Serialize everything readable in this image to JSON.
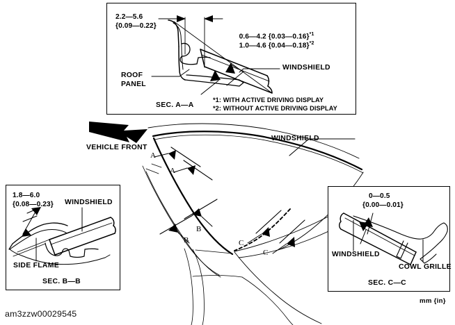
{
  "figure": {
    "id_code": "am3zzw00029545",
    "units_note": "mm {in}",
    "title_hidden": ""
  },
  "center_view": {
    "direction_label": "VEHICLE FRONT",
    "windshield_label": "WINDSHIELD",
    "section_marks": [
      {
        "name": "A",
        "id": "mark-a-upper"
      },
      {
        "name": "A",
        "id": "mark-a-lower"
      },
      {
        "name": "B",
        "id": "mark-b-upper"
      },
      {
        "name": "B",
        "id": "mark-b-lower"
      },
      {
        "name": "C",
        "id": "mark-c-upper"
      },
      {
        "name": "C",
        "id": "mark-c-lower"
      }
    ]
  },
  "section_a": {
    "caption": "SEC. A—A",
    "dim_roof": {
      "mm": "2.2—5.6",
      "in": "{0.09—0.22}"
    },
    "dim_glass_1": {
      "mm": "0.6—4.2",
      "in": "{0.03—0.16}",
      "note_ref": "*1"
    },
    "dim_glass_2": {
      "mm": "1.0—4.6",
      "in": "{0.04—0.18}",
      "note_ref": "*2"
    },
    "labels": {
      "roof_panel_line1": "ROOF",
      "roof_panel_line2": "PANEL",
      "windshield": "WINDSHIELD"
    },
    "footnotes": [
      "*1: WITH ACTIVE DRIVING DISPLAY",
      "*2: WITHOUT ACTIVE DRIVING DISPLAY"
    ]
  },
  "section_b": {
    "caption": "SEC. B—B",
    "dim": {
      "mm": "1.8—6.0",
      "in": "{0.08—0.23}"
    },
    "labels": {
      "windshield": "WINDSHIELD",
      "side_flame": "SIDE FLAME"
    }
  },
  "section_c": {
    "caption": "SEC. C—C",
    "dim": {
      "mm": "0—0.5",
      "in": "{0.00—0.01}"
    },
    "labels": {
      "windshield": "WINDSHIELD",
      "cowl_grille": "COWL GRILLE"
    }
  },
  "colors": {
    "line": "#000000",
    "background": "#ffffff",
    "leader": "#1a1a1a"
  }
}
